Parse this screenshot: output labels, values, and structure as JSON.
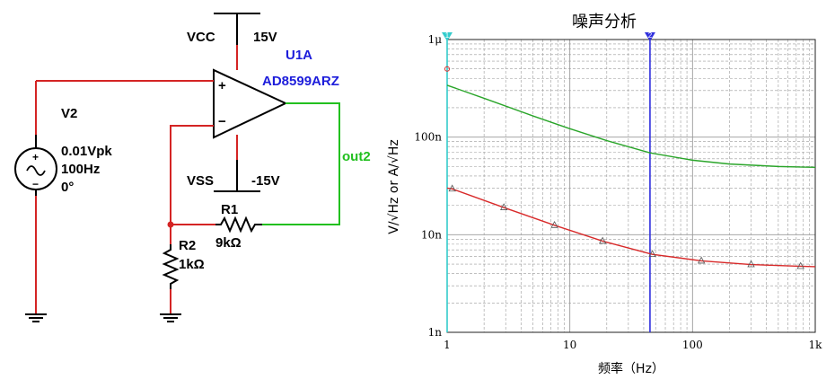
{
  "schematic": {
    "vcc_label": "VCC",
    "vcc_value": "15V",
    "vss_label": "VSS",
    "vss_value": "-15V",
    "opamp_ref": "U1A",
    "opamp_part": "AD8599ARZ",
    "opamp_plus": "+",
    "opamp_minus": "−",
    "source_ref": "V2",
    "source_amp": "0.01Vpk",
    "source_freq": "100Hz",
    "source_phase": "0°",
    "source_plus": "+",
    "source_minus": "−",
    "r1_ref": "R1",
    "r1_value": "9kΩ",
    "r2_ref": "R2",
    "r2_value": "1kΩ",
    "net_out": "out2",
    "colors": {
      "wire_red": "#d42424",
      "wire_green": "#22c01f",
      "label_blue": "#1d1ddb"
    }
  },
  "chart_data": {
    "type": "line",
    "title": "噪声分析",
    "xlabel": "频率（Hz）",
    "ylabel": "V/√Hz or A/√Hz",
    "x_scale": "log",
    "y_scale": "log",
    "xlim": [
      1,
      1000
    ],
    "ylim": [
      1e-09,
      1e-06
    ],
    "x_ticks": [
      "1",
      "10",
      "100",
      "1k"
    ],
    "y_ticks": [
      "1n",
      "10n",
      "100n",
      "1μ"
    ],
    "grid": true,
    "cursors": [
      {
        "x": 1,
        "color": "#33cccc",
        "marker": "1"
      },
      {
        "x": 45,
        "color": "#3030dd",
        "marker": "2"
      }
    ],
    "series": [
      {
        "color": "#2aa52a",
        "x": [
          1,
          2,
          5,
          10,
          20,
          45,
          100,
          200,
          500,
          1000
        ],
        "y": [
          3.4e-07,
          2.5e-07,
          1.65e-07,
          1.22e-07,
          9.2e-08,
          6.9e-08,
          5.8e-08,
          5.3e-08,
          5e-08,
          4.9e-08
        ]
      },
      {
        "color": "#d82a2a",
        "x": [
          1,
          1.1,
          2.9,
          7.5,
          18.5,
          47,
          118,
          300,
          760,
          1000
        ],
        "y": [
          3e-08,
          2.95e-08,
          1.9e-08,
          1.25e-08,
          8.6e-09,
          6.3e-09,
          5.4e-09,
          4.95e-09,
          4.75e-09,
          4.7e-09
        ],
        "marker_points": [
          1.1,
          2.9,
          7.5,
          18.5,
          47,
          118,
          300,
          760
        ]
      }
    ],
    "extra_marker": {
      "x": 1,
      "y": 5e-07
    }
  }
}
